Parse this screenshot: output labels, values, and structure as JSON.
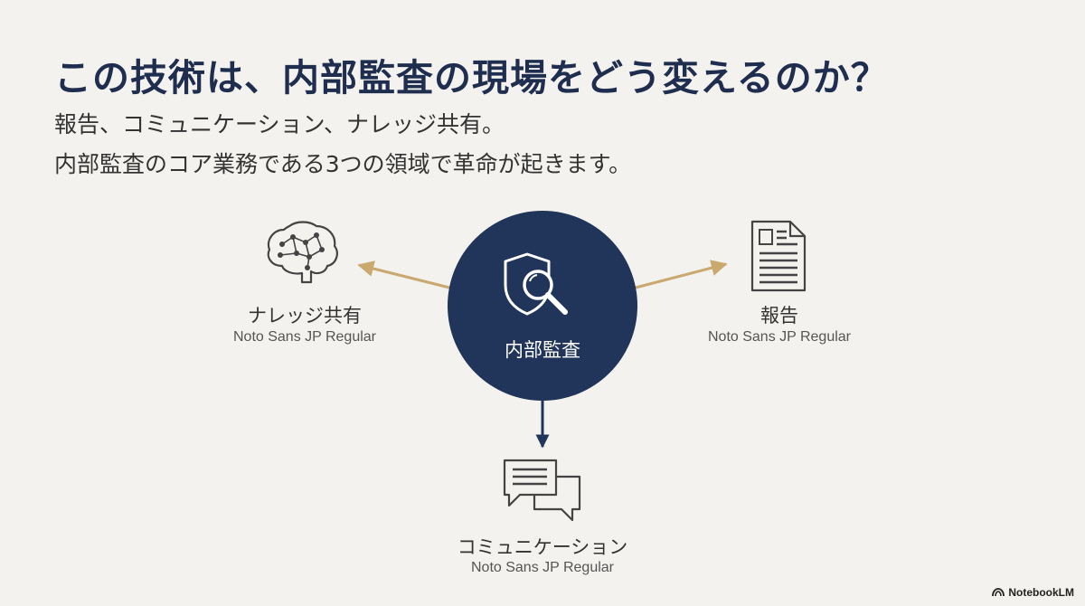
{
  "title": "この技術は、内部監査の現場をどう変えるのか？",
  "subtitle_lines": [
    "報告、コミュニケーション、ナレッジ共有。",
    "内部監査のコア業務である3つの領域で革命が起きます。"
  ],
  "hub": {
    "label": "内部監査",
    "icon": "shield-magnifier-icon",
    "color": "#213459"
  },
  "nodes": {
    "knowledge": {
      "label": "ナレッジ共有",
      "sublabel": "Noto Sans JP Regular",
      "icon": "brain-network-icon"
    },
    "report": {
      "label": "報告",
      "sublabel": "Noto Sans JP Regular",
      "icon": "document-icon"
    },
    "communication": {
      "label": "コミュニケーション",
      "sublabel": "Noto Sans JP Regular",
      "icon": "chat-bubbles-icon"
    }
  },
  "colors": {
    "background": "#f3f2ee",
    "title": "#1f2d4f",
    "accent_arrow": "#c9a96e",
    "down_arrow": "#213459"
  },
  "brand": {
    "label": "NotebookLM"
  }
}
